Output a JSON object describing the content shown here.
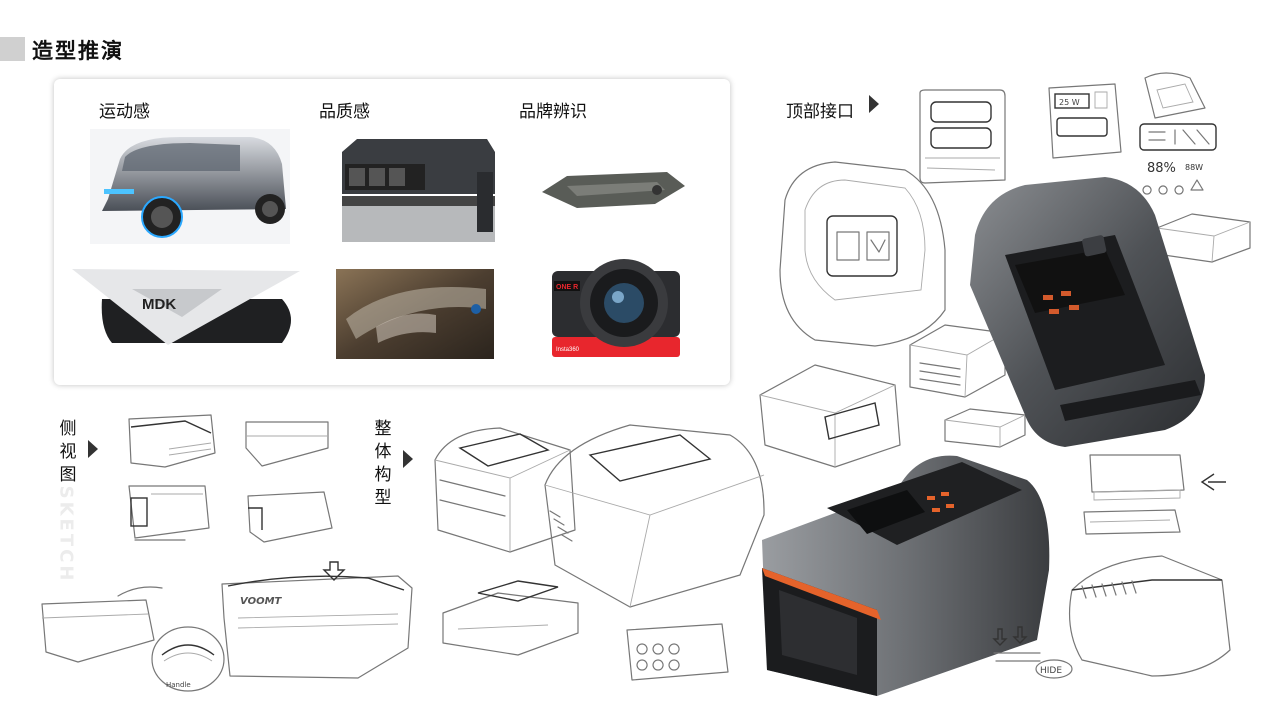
{
  "page": {
    "title": "造型推演"
  },
  "references": {
    "columns": [
      {
        "label": "运动感"
      },
      {
        "label": "品质感"
      },
      {
        "label": "品牌辨识"
      }
    ],
    "photo_badges": {
      "logo_text": "MDK",
      "camera_brand": "ONE R",
      "camera_model": "Insta360"
    }
  },
  "sections": {
    "top_interface": {
      "label": "顶部接口"
    },
    "side_view": {
      "label_chars": [
        "侧",
        "视",
        "图"
      ]
    },
    "overall_structure": {
      "label_chars": [
        "整",
        "体",
        "构",
        "型"
      ]
    }
  },
  "watermark": {
    "text": "SKETCH"
  },
  "sketch_annotations": {
    "display_readout": "88%",
    "power_readout": "88W",
    "usb_label": "25 W",
    "brand_mark": "VOOMT",
    "hide_label": "HIDE",
    "handle_note": "Handle"
  }
}
